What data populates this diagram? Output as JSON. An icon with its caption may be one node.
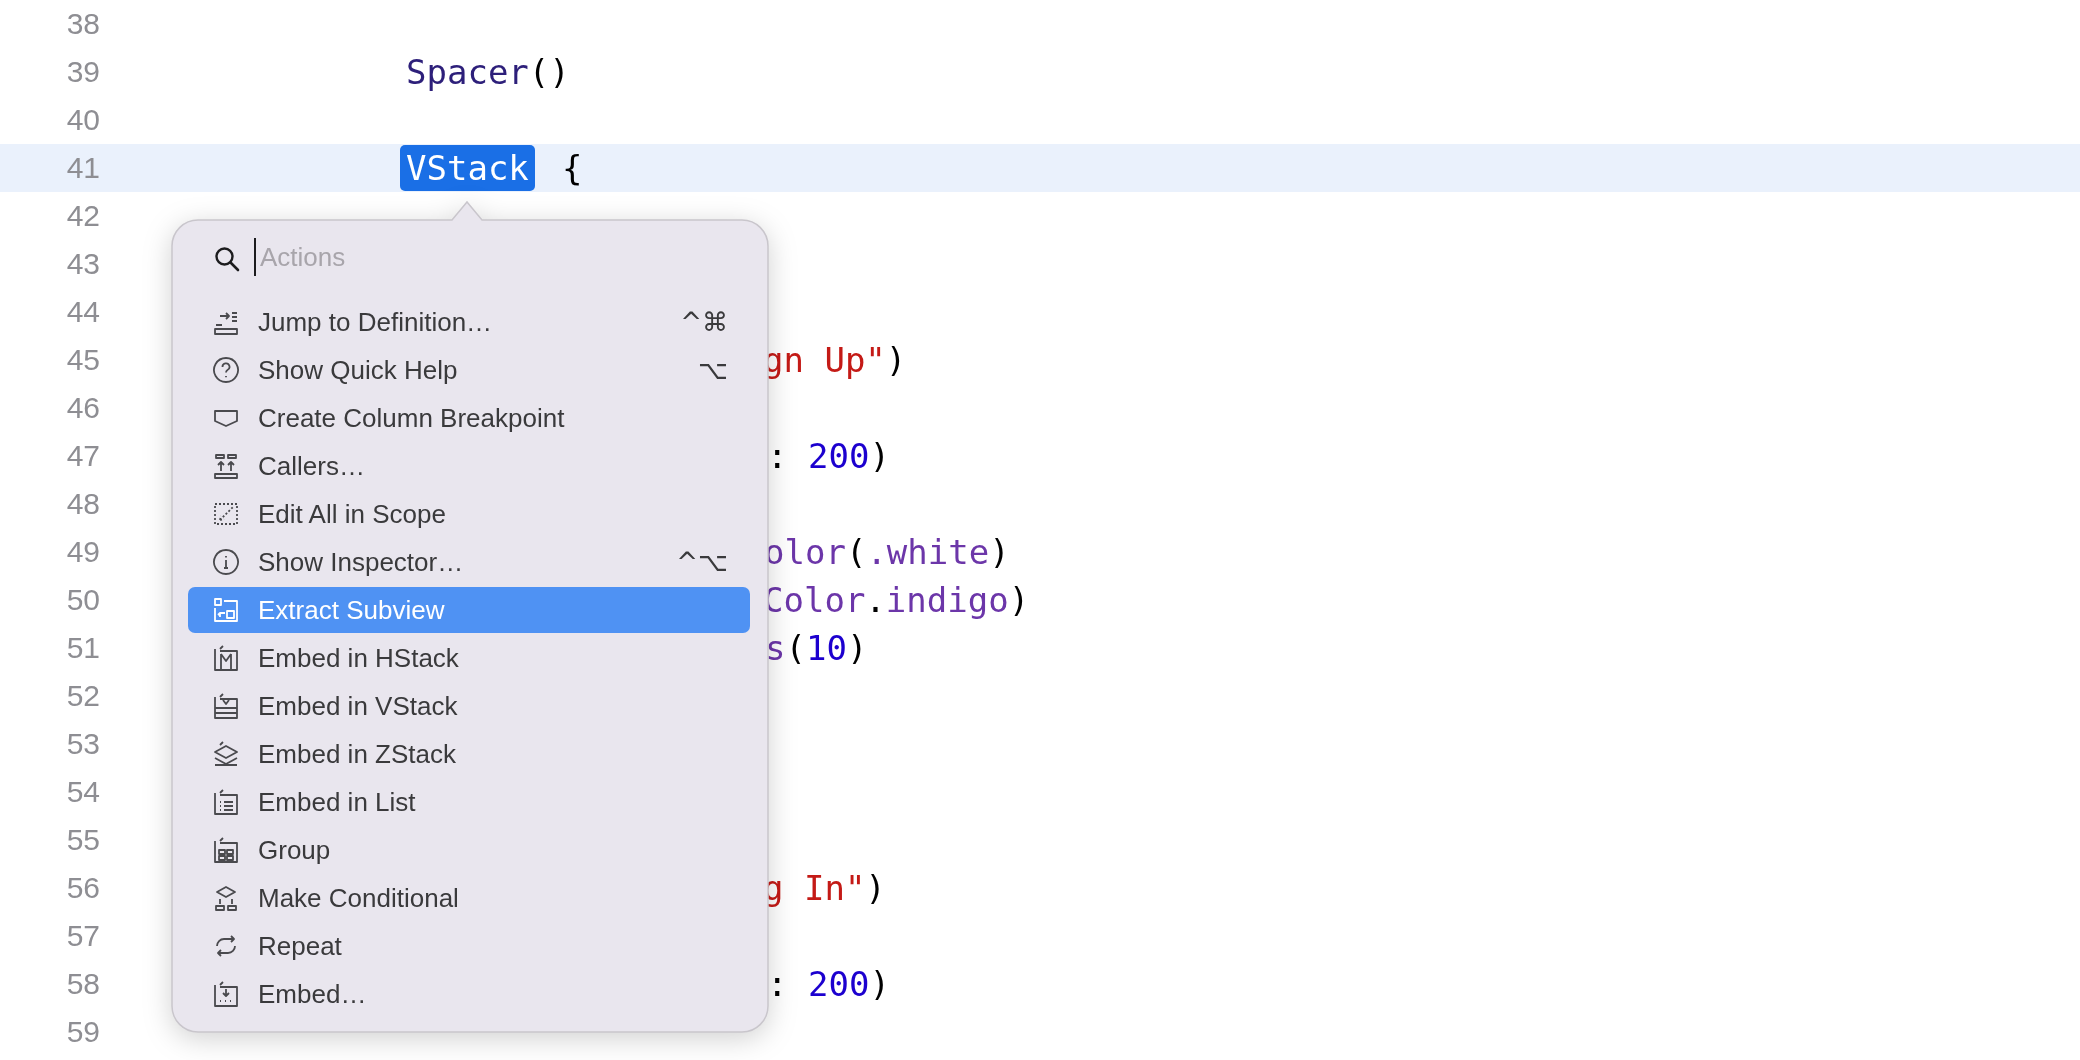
{
  "diagram": {
    "nodes": [
      {
        "text": [
          "VStack"
        ]
      },
      {
        "text": [
          "Actions"
        ]
      },
      {
        "text": [
          "Jump to Definition…",
          "^⌘"
        ],
        "in": 1
      },
      {
        "text": [
          "Show Quick Help",
          "⌥"
        ],
        "in": 1
      },
      {
        "text": [
          "Create Column Breakpoint"
        ],
        "in": 1
      },
      {
        "text": [
          "Callers…"
        ],
        "in": 1
      },
      {
        "text": [
          "Edit All in Scope"
        ],
        "in": 1
      },
      {
        "text": [
          "Show Inspector…",
          "^⌥"
        ],
        "in": 1
      },
      {
        "text": [
          "Extract Subview"
        ],
        "in": 1
      },
      {
        "text": [
          "Embed in HStack"
        ],
        "in": 1
      },
      {
        "text": [
          "Embed in VStack"
        ],
        "in": 1
      },
      {
        "text": [
          "Embed in ZStack"
        ],
        "in": 1
      },
      {
        "text": [
          "Embed in List"
        ],
        "in": 1
      },
      {
        "text": [
          "Group"
        ],
        "in": 1
      },
      {
        "text": [
          "Make Conditional"
        ],
        "in": 1
      },
      {
        "text": [
          "Repeat"
        ],
        "in": 1
      },
      {
        "text": [
          "Embed…"
        ],
        "in": 1
      }
    ],
    "labels": [
      "38",
      "39",
      "Spacer()",
      "40",
      "41",
      "{",
      "42",
      "43",
      "44",
      "45",
      "gn Up\")",
      "46",
      "47",
      ": 200)",
      "48",
      "49",
      "olor(.white)",
      "50",
      "Color.indigo)",
      "51",
      "s(10)",
      "52",
      "53",
      "54",
      "55",
      "56",
      "g In\")",
      "57",
      "58",
      ": 200)",
      "59"
    ]
  }
}
